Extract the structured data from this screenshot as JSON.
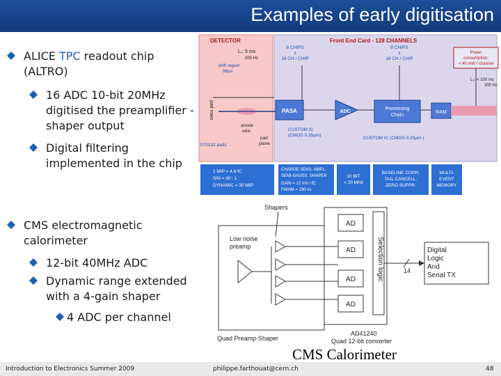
{
  "title": "Examples of early digitisation",
  "bullets": {
    "alice": {
      "pre": "ALICE",
      "tpc": "TPC",
      "post": " readout chip (ALTRO)"
    },
    "alice_sub": [
      "16 ADC 10-bit 20MHz digitised the preamplifier -shaper output",
      "Digital filtering implemented in the chip"
    ],
    "cms": "CMS electromagnetic calorimeter",
    "cms_sub": [
      "12-bit 40MHz ADC",
      "Dynamic range extended with a 4-gain shaper"
    ],
    "cms_sub2": "4 ADC per channel"
  },
  "alice_diagram": {
    "detector": "DETECTOR",
    "fec": "Front End Card - 128 CHANNELS",
    "l1": "L₁: 5 ms",
    "l1b": "200 Hz",
    "drift1": "drift region",
    "drift2": "88μs",
    "chips_left": [
      "8 CHIPS",
      "x",
      "16 CH / CHIP"
    ],
    "chips_right": [
      "8 CHIPS",
      "x",
      "16 CH / CHIP"
    ],
    "power": [
      "Power",
      "consumption:",
      "< 40 mW / channel"
    ],
    "l2": [
      "L₂: < 100 ms",
      "200 Hz"
    ],
    "pad_rows": "pad rows",
    "pasa": "PASA",
    "adc": "ADC",
    "proc": [
      "Processing",
      "Chain"
    ],
    "ram": "RAM",
    "anode": [
      "anode",
      "wire"
    ],
    "pad_plane": [
      "pad",
      "plane"
    ],
    "custom_left": [
      "CUSTOM IC",
      "(CMOS 0.35μm)"
    ],
    "custom_right": "CUSTOM IC (CMOS 0.25μm )",
    "pads": "570132 pads",
    "box1": [
      "1 MIP = 4.8 fC",
      "S/N     = 30 : 1",
      "DYNAMIC = 30 MIP"
    ],
    "box2": [
      "CHARGE SENS. AMPL.",
      "SEMI-GAUSS. SHAPER",
      "GAIN  = 12 mV / fC",
      "FWHM = 190 ns"
    ],
    "box3": [
      "10 BIT",
      "< 20 MHz"
    ],
    "box4": [
      "BASELINE CORR.",
      "TAIL CANCELL.",
      "ZERO SUPPR."
    ],
    "box5": [
      "MULTI-",
      "EVENT",
      "MEMORY"
    ]
  },
  "cms_diagram": {
    "shapers": "Shapers",
    "preamp": [
      "Low noise",
      "preamp"
    ],
    "ad_labels": [
      "AD",
      "AD",
      "AD",
      "AD"
    ],
    "selection": "Selection logic",
    "bus": "14",
    "digital": [
      "Digital",
      "Logic",
      "And",
      "Serial TX"
    ],
    "quad": "Quad Preamp-Shaper",
    "adc_name": [
      "AD41240",
      "Quad 12-bit converter"
    ]
  },
  "cms_caption": "CMS Calorimeter",
  "footer": {
    "left": "Introduction to Electronics Summer 2009",
    "center": "philippe.farthouat@cern.ch",
    "page": "48"
  }
}
